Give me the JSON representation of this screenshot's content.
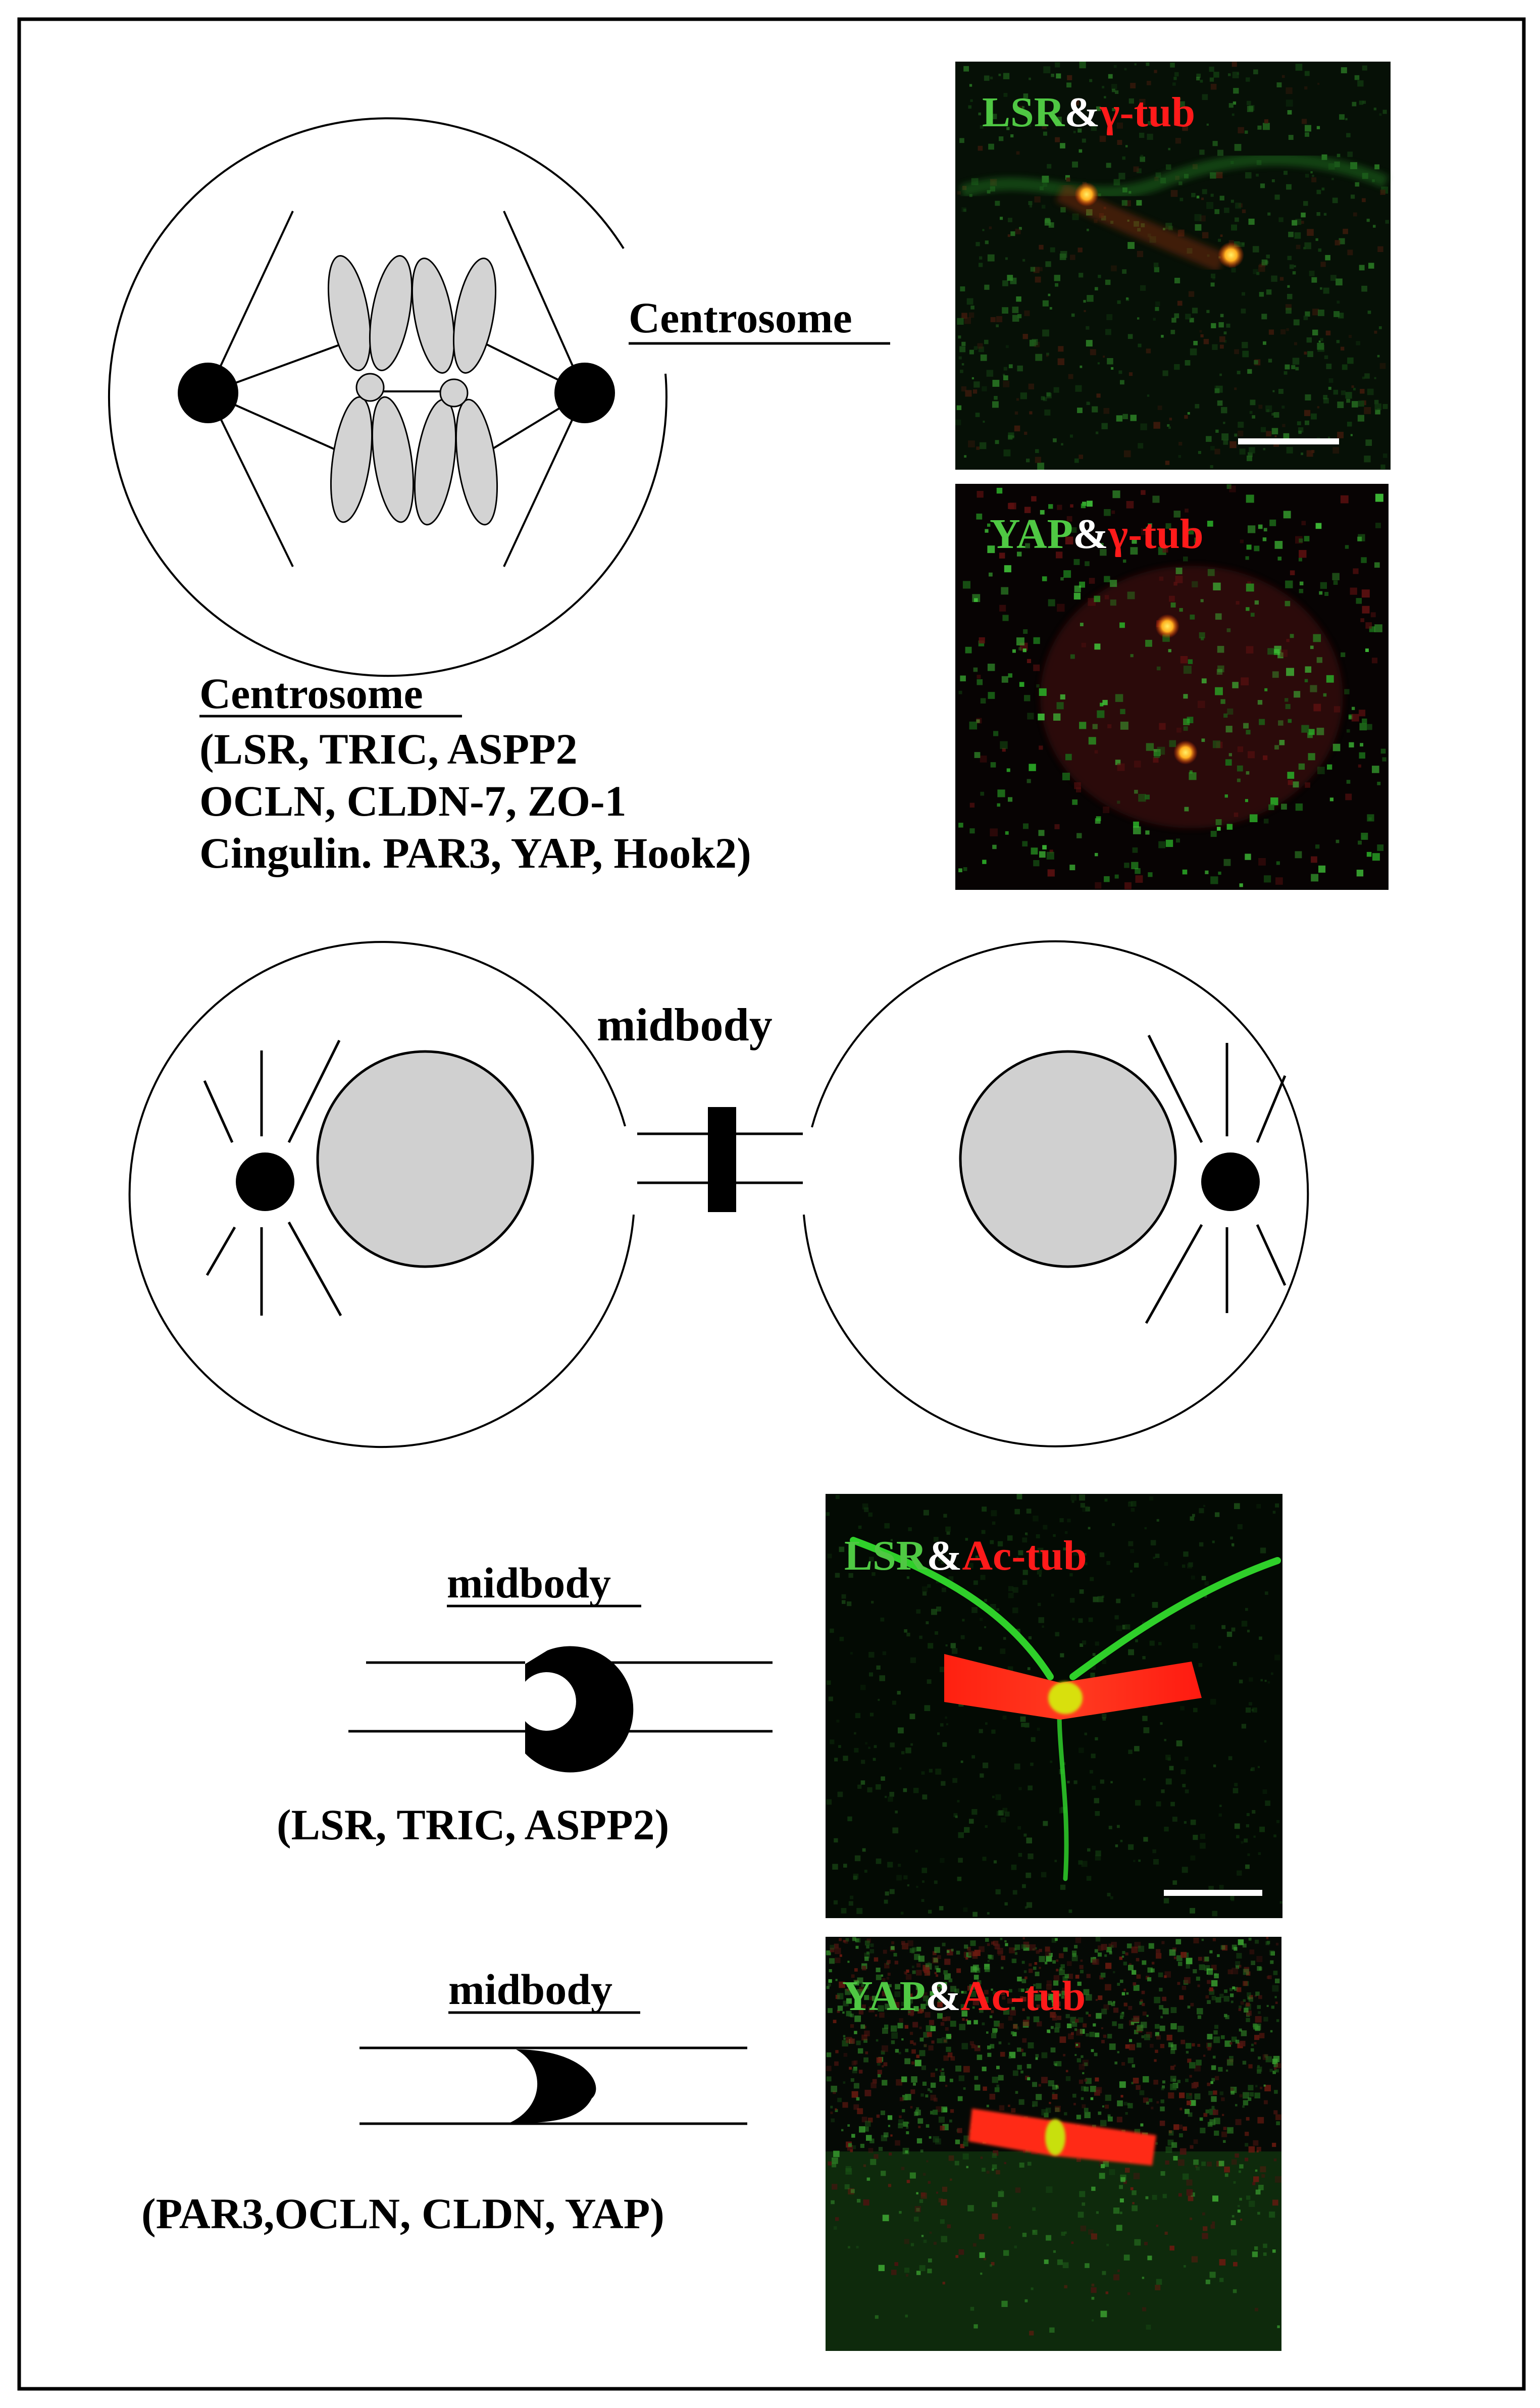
{
  "mitosis_diagram": {
    "centrosome_label": "Centrosome",
    "centrosome_caption": {
      "heading": "Centrosome",
      "line1": "(LSR, TRIC, ASPP2",
      "line2": "OCLN, CLDN-7, ZO-1",
      "line3": "Cingulin. PAR3, YAP, Hook2)"
    }
  },
  "micrograph_lsr_gamma_tub": {
    "label_green": "LSR",
    "label_amp": "&",
    "label_red": "γ-tub"
  },
  "micrograph_yap_gamma_tub": {
    "label_green": "YAP",
    "label_amp": "&",
    "label_red": "γ-tub"
  },
  "cytokinesis_diagram": {
    "midbody_label": "midbody"
  },
  "midbody_ring_diagram": {
    "heading": "midbody",
    "caption": "(LSR, TRIC, ASPP2)"
  },
  "midbody_crescent_diagram": {
    "heading": "midbody",
    "caption": "(PAR3,OCLN, CLDN, YAP)"
  },
  "micrograph_lsr_ac_tub": {
    "label_green": "LSR",
    "label_amp": "&",
    "label_red": "Ac-tub"
  },
  "micrograph_yap_ac_tub": {
    "label_green": "YAP",
    "label_amp": "&",
    "label_red": "Ac-tub"
  },
  "colors": {
    "green_label": "#4fc843",
    "red_label": "#ff1a1a",
    "amp_label": "#ffffff",
    "centrosome_fill": "#000000",
    "chromosome_fill": "#d3d3d3",
    "nucleus_fill": "#d0d0d0"
  }
}
